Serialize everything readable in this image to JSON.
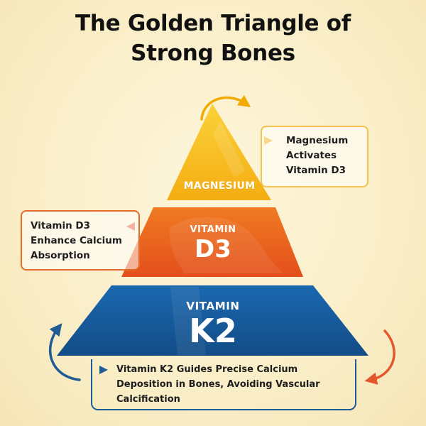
{
  "title": {
    "line1": "The Golden Triangle of",
    "line2": "Strong Bones"
  },
  "tiers": {
    "top": {
      "label": "MAGNESIUM",
      "color": "#f7bf1b"
    },
    "middle": {
      "label_small": "VITAMIN",
      "label_big": "D3",
      "color": "#ec5f1e"
    },
    "bottom": {
      "label_small": "VITAMIN",
      "label_big": "K2",
      "color": "#17589a"
    }
  },
  "callouts": {
    "magnesium": {
      "lines": [
        "Magnesium",
        "Activates",
        "Vitamin D3"
      ],
      "border_color": "#f2c14e",
      "marker_color": "#f2a900"
    },
    "d3": {
      "lines": [
        "Vitamin D3",
        "Enhance Calcium",
        "Absorption"
      ],
      "border_color": "#e46a2b",
      "marker_color": "#e4572e"
    },
    "k2": {
      "lines": [
        "Vitamin K2 Guides Precise Calcium",
        "Deposition in Bones, Avoiding Vascular",
        "Calcification"
      ],
      "border_color": "#1f5b94",
      "marker_color": "#1f5b94"
    }
  },
  "icons": {
    "cycle_top": "curved-arrow-icon",
    "cycle_left": "curved-arrow-icon",
    "cycle_right": "curved-arrow-icon"
  }
}
